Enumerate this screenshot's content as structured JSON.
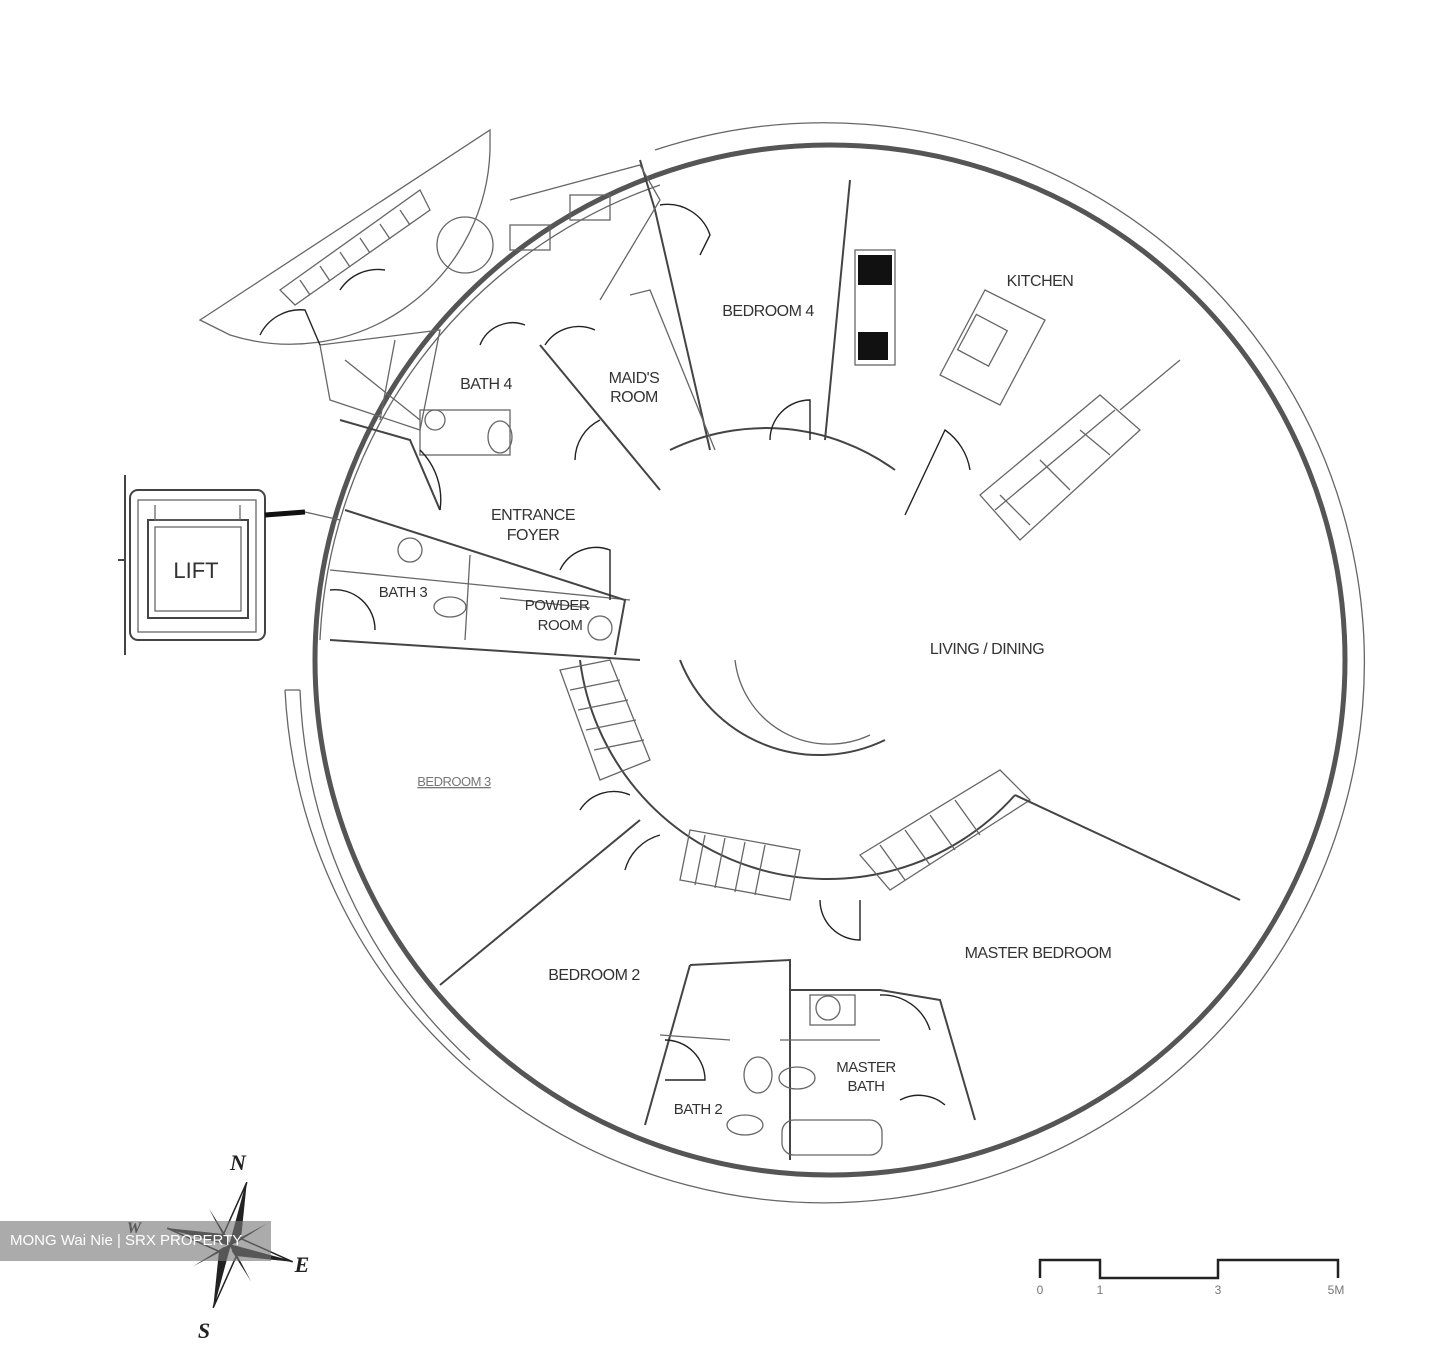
{
  "rooms": {
    "bedroom4": "BEDROOM 4",
    "kitchen": "KITCHEN",
    "bath4": "BATH 4",
    "maids_room_line1": "MAID'S",
    "maids_room_line2": "ROOM",
    "entrance_line1": "ENTRANCE",
    "entrance_line2": "FOYER",
    "lift": "LIFT",
    "bath3": "BATH 3",
    "powder_line1": "POWDER",
    "powder_line2": "ROOM",
    "living_dining": "LIVING / DINING",
    "bedroom3": "BEDROOM 3",
    "bedroom2": "BEDROOM 2",
    "master_bedroom": "MASTER BEDROOM",
    "master_bath_line1": "MASTER",
    "master_bath_line2": "BATH",
    "bath2": "BATH 2"
  },
  "compass": {
    "n": "N",
    "e": "E",
    "s": "S",
    "w": "W"
  },
  "scale": {
    "labels": [
      "0",
      "1",
      "3",
      "5M"
    ]
  },
  "watermark": "MONG Wai Nie | SRX PROPERTY"
}
